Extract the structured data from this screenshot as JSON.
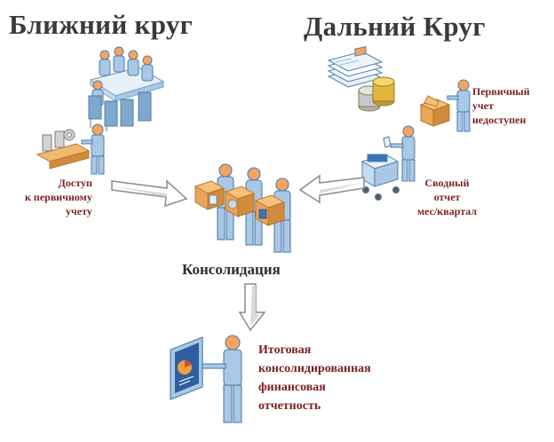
{
  "titles": {
    "near": "Ближний круг",
    "far": "Дальний Круг"
  },
  "near": {
    "access_note": [
      "Доступ",
      "к первичному",
      "учету"
    ]
  },
  "far": {
    "primary_note": [
      "Первичный",
      "учет",
      "недоступен"
    ],
    "summary_note": [
      "Сводный",
      "отчет",
      "мес/квартал"
    ]
  },
  "center": {
    "label": "Консолидация"
  },
  "result": {
    "lines": [
      "Итоговая",
      "консолидированная",
      "финансовая",
      "отчетность"
    ]
  },
  "colors": {
    "person_fill": "#a9c8e6",
    "person_stroke": "#4f7eaa",
    "head_fill": "#f5a460",
    "box_fill": "#e9a55a",
    "accent_text": "#7b1f24",
    "heading_text": "#3a3a3a"
  },
  "icons": [
    "meeting-room-icon",
    "conveyor-worker-icon",
    "documents-icon",
    "coins-icon",
    "boxes-worker-icon",
    "cart-worker-icon",
    "consolidation-team-icon",
    "presentation-worker-icon",
    "arrow-right-icon",
    "arrow-left-icon",
    "arrow-down-icon"
  ]
}
